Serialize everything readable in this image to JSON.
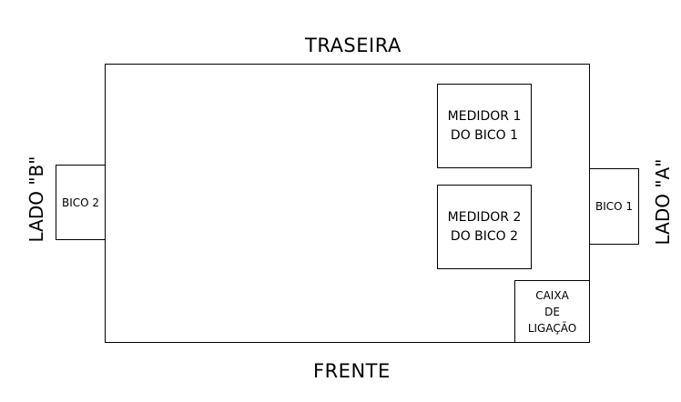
{
  "labels": {
    "back": "TRASEIRA",
    "front": "FRENTE",
    "side_b": "LADO \"B\"",
    "side_a": "LADO \"A\""
  },
  "nozzle_2": "BICO 2",
  "nozzle_1": "BICO 1",
  "meter_1": {
    "line1": "MEDIDOR 1",
    "line2": "DO BICO 1"
  },
  "meter_2": {
    "line1": "MEDIDOR 2",
    "line2": "DO BICO 2"
  },
  "junction_box": {
    "line1": "CAIXA",
    "line2": "DE",
    "line3": "LIGAÇÃO"
  }
}
